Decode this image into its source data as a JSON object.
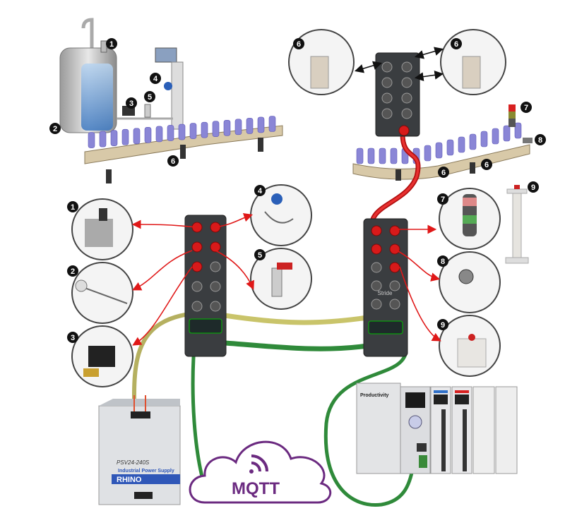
{
  "colors": {
    "red_cable": "#d81a1a",
    "ethernet_cable": "#2f8a3a",
    "power_cable": "#c9c46a",
    "mqtt_purple": "#6b2a80",
    "rhino_blue": "#2f57b8",
    "badge": "#111111"
  },
  "badges": {
    "top_left": [
      "1",
      "2",
      "3",
      "4",
      "5",
      "6"
    ],
    "left_callouts": [
      "1",
      "2",
      "3",
      "4",
      "5"
    ],
    "top_right": [
      "6",
      "6",
      "7",
      "8",
      "6",
      "6",
      "9"
    ],
    "right_callouts": [
      "7",
      "8",
      "9"
    ]
  },
  "power_supply": {
    "model": "PSV24-240S",
    "description": "Industrial Power Supply",
    "brand": "RHINO"
  },
  "cloud": {
    "label": "MQTT",
    "icon": "wireless-signal-icon"
  },
  "plc": {
    "brand": "Productivity"
  },
  "io_module": {
    "brand": "Stride"
  }
}
